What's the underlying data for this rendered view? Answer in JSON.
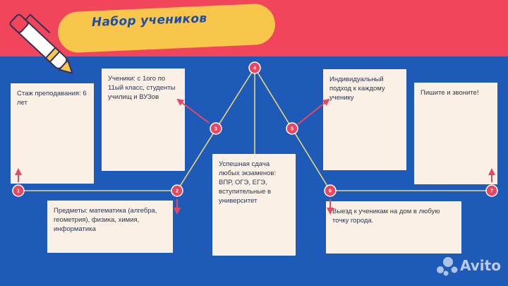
{
  "title": "Набор учеников",
  "cards": {
    "experience": "Стаж преподавания: 6 лет",
    "students": "Ученики: с 1ого по 11ый класс, студенты училищ и ВУЗов",
    "subjects": "Предметы: математика (алгебра, геометрия), физика, химия, информатика",
    "exams": "Успешная сдача любых экзаменов: ВПР, ОГЭ, ЕГЭ, вступительные в университет",
    "approach": "Индивидуальный подход к каждому ученику",
    "home_visit": "Выезд к ученикам на дом в любую точку города.",
    "contact": "Пишите и звоните!"
  },
  "nodes": [
    "1",
    "2",
    "3",
    "4",
    "5",
    "6",
    "7"
  ],
  "watermark": "Avito",
  "colors": {
    "top_band": "#f0455a",
    "background": "#1e5bb8",
    "title_pill": "#f7c64a",
    "title_text": "#1e4fa8",
    "card": "#faf0e6",
    "timeline_line": "#e9d57a",
    "node": "#e8475f",
    "arrow": "#e8475f"
  },
  "icons": [
    "pen-icon",
    "avito-logo-icon"
  ]
}
